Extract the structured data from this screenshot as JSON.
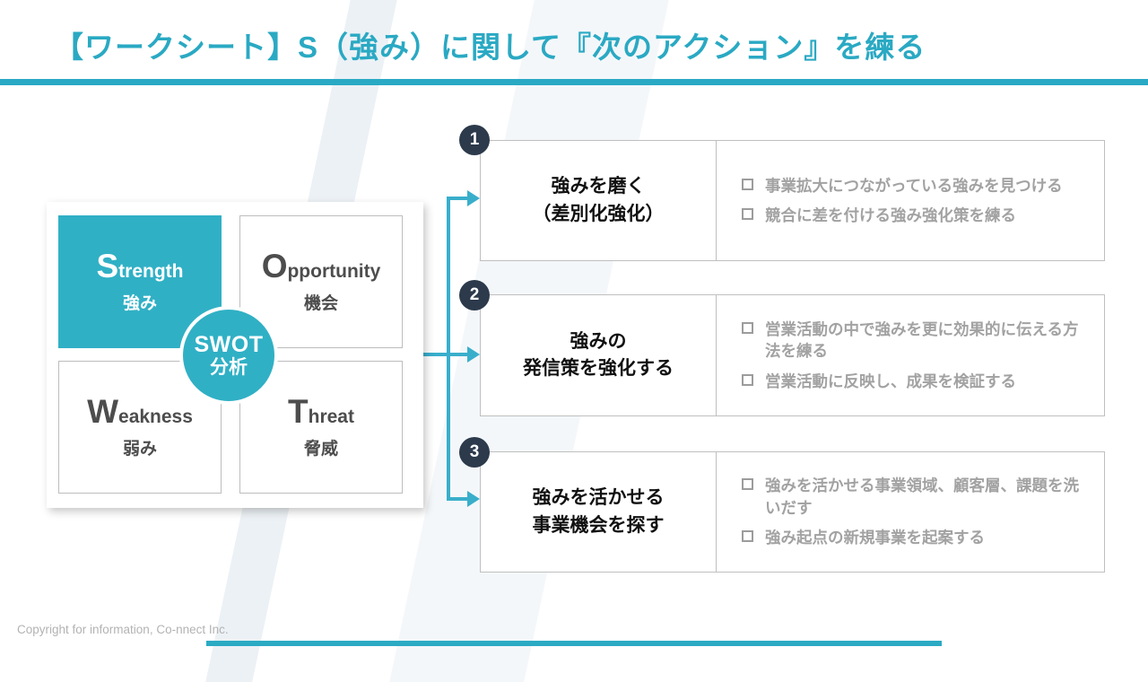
{
  "title": "【ワークシート】S（強み）に関して『次のアクション』を練る",
  "colors": {
    "accent_teal": "#2aa9c3",
    "fill_teal": "#30b0c5",
    "arrow_teal": "#39aecb",
    "badge_navy": "#2c3a4c",
    "checklist_gray": "#a2a2a2",
    "border_gray": "#bfbfbf"
  },
  "swot": {
    "center": {
      "line1": "SWOT",
      "line2": "分析"
    },
    "quadrants": [
      {
        "letter": "S",
        "rest": "trength",
        "jp": "強み",
        "highlighted": true
      },
      {
        "letter": "O",
        "rest": "pportunity",
        "jp": "機会",
        "highlighted": false
      },
      {
        "letter": "W",
        "rest": "eakness",
        "jp": "弱み",
        "highlighted": false
      },
      {
        "letter": "T",
        "rest": "hreat",
        "jp": "脅威",
        "highlighted": false
      }
    ]
  },
  "actions": [
    {
      "number": "1",
      "title_line1": "強みを磨く",
      "title_line2": "（差別化強化）",
      "items": [
        "事業拡大につながっている強みを見つける",
        "競合に差を付ける強み強化策を練る"
      ]
    },
    {
      "number": "2",
      "title_line1": "強みの",
      "title_line2": "発信策を強化する",
      "items": [
        "営業活動の中で強みを更に効果的に伝える方法を練る",
        "営業活動に反映し、成果を検証する"
      ]
    },
    {
      "number": "3",
      "title_line1": "強みを活かせる",
      "title_line2": "事業機会を探す",
      "items": [
        "強みを活かせる事業領域、顧客層、課題を洗いだす",
        "強み起点の新規事業を起案する"
      ]
    }
  ],
  "footer": {
    "copyright": "Copyright for information, Co-nnect Inc."
  }
}
